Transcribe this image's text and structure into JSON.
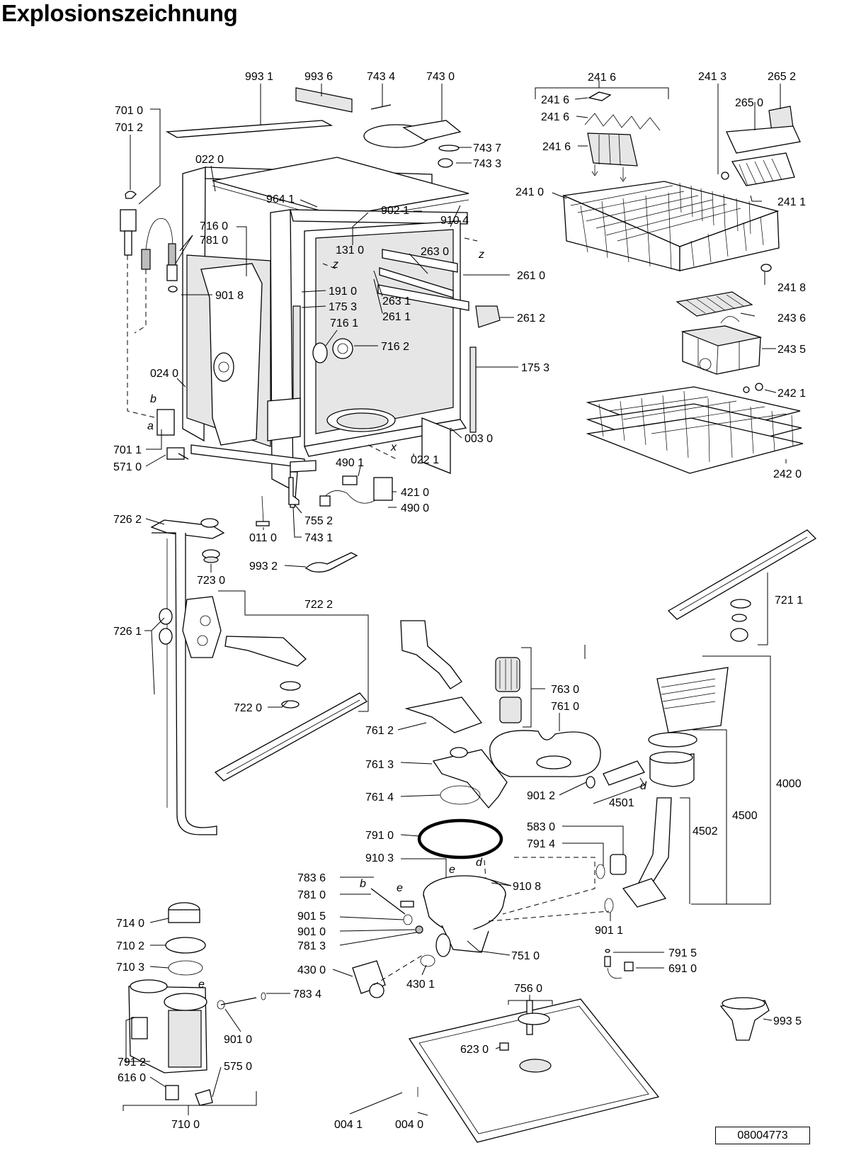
{
  "title": "Explosionszeichnung",
  "reference_number": "08004773",
  "part_labels": [
    "993 1",
    "993 6",
    "743 4",
    "743 0",
    "241 6",
    "241 3",
    "265 2",
    "701 0",
    "701 2",
    "743 7",
    "743 3",
    "265 0",
    "241 6",
    "241 6",
    "241 6",
    "022 0",
    "964 1",
    "902 1",
    "910 4",
    "241 0",
    "241 1",
    "716 0",
    "781 0",
    "131 0",
    "263 0",
    "261 0",
    "241 8",
    "901 8",
    "191 0",
    "263 1",
    "175 3",
    "261 1",
    "261 2",
    "243 6",
    "716 1",
    "716 2",
    "243 5",
    "024 0",
    "175 3",
    "242 1",
    "003 0",
    "242 0",
    "701 1",
    "571 0",
    "022 1",
    "490 1",
    "421 0",
    "490 0",
    "726 2",
    "755 2",
    "011 0",
    "743 1",
    "993 2",
    "723 0",
    "722 2",
    "721 1",
    "726 1",
    "763 0",
    "761 0",
    "722 0",
    "761 2",
    "761 3",
    "4000",
    "761 4",
    "901 2",
    "4501",
    "4500",
    "791 0",
    "4502",
    "583 0",
    "791 4",
    "910 3",
    "783 6",
    "910 8",
    "781 0",
    "901 5",
    "901 0",
    "781 3",
    "714 0",
    "901 1",
    "710 2",
    "791 5",
    "751 0",
    "710 3",
    "691 0",
    "430 0",
    "430 1",
    "756 0",
    "783 4",
    "993 5",
    "901 0",
    "623 0",
    "791 2",
    "575 0",
    "616 0",
    "710 0",
    "004 1",
    "004 0"
  ],
  "letter_markers": [
    "b",
    "a",
    "z",
    "z",
    "x",
    "d",
    "d",
    "e",
    "b",
    "e",
    "e"
  ]
}
